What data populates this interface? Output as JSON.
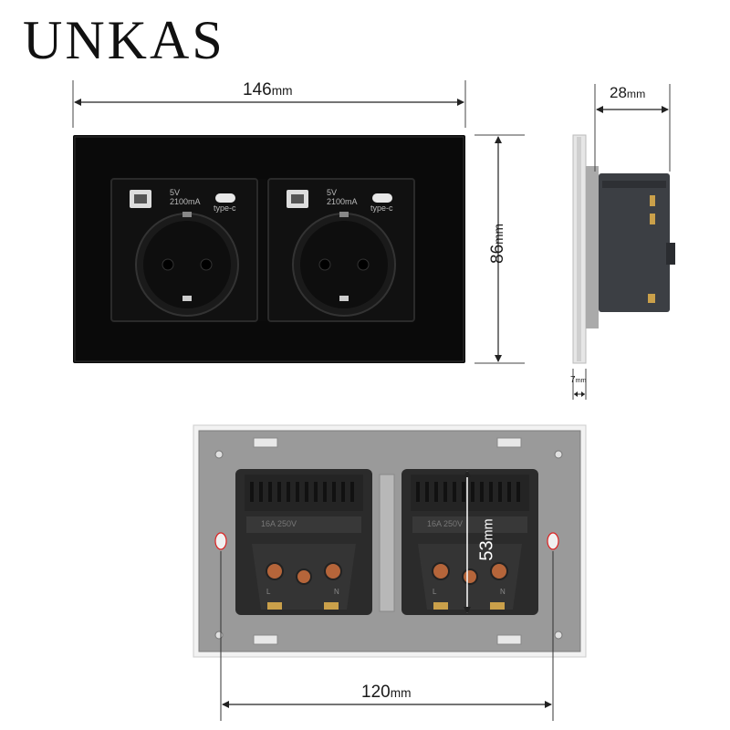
{
  "brand": {
    "name": "UNKAS"
  },
  "front": {
    "sockets": [
      {
        "usb_a_spec_1": "5V",
        "usb_a_spec_2": "2100mA",
        "usb_c_label": "type-c"
      },
      {
        "usb_a_spec_1": "5V",
        "usb_a_spec_2": "2100mA",
        "usb_c_label": "type-c"
      }
    ]
  },
  "back": {
    "modules": [
      {
        "rating": "16A 250V",
        "terminal_left": "L",
        "terminal_right": "N"
      },
      {
        "rating": "16A 250V",
        "terminal_left": "L",
        "terminal_right": "N"
      }
    ]
  },
  "dimensions": {
    "width": {
      "value": "146",
      "unit": "mm"
    },
    "height": {
      "value": "86",
      "unit": "mm"
    },
    "depth": {
      "value": "28",
      "unit": "mm"
    },
    "glass": {
      "value": "7",
      "unit": "mm"
    },
    "inner_height": {
      "value": "53",
      "unit": "mm"
    },
    "mount_spacing": {
      "value": "120",
      "unit": "mm"
    }
  },
  "colors": {
    "glass": "#0a0a0a",
    "module": "#2b2b2b",
    "back_plate": "#9a9a9a",
    "side_body": "#3c3f44",
    "copper": "#b5653a"
  }
}
